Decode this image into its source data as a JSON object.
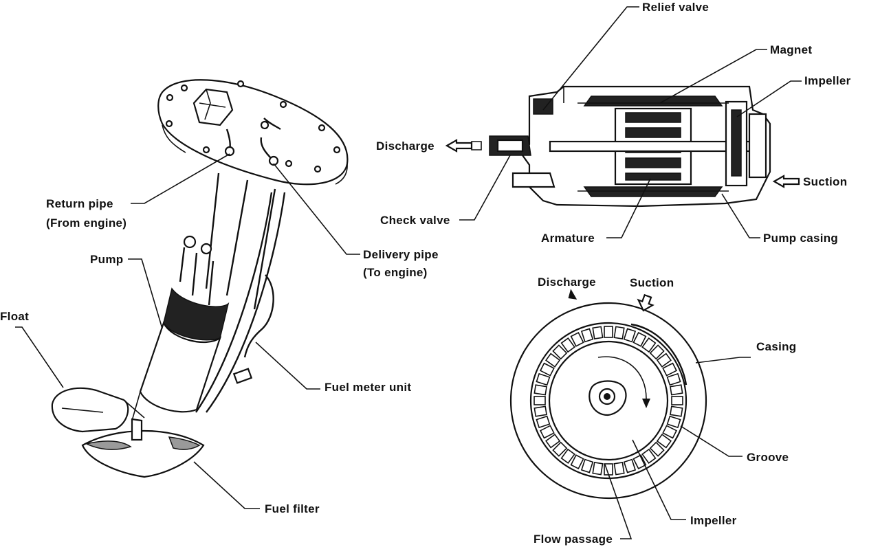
{
  "figure": {
    "background": "#ffffff",
    "ink": "#111111"
  },
  "assembly": {
    "labels": {
      "return_pipe": "Return pipe",
      "return_pipe_sub": "(From engine)",
      "delivery_pipe": "Delivery pipe",
      "delivery_pipe_sub": "(To engine)",
      "pump": "Pump",
      "float": "Float",
      "fuel_meter_unit": "Fuel meter unit",
      "fuel_filter": "Fuel filter"
    }
  },
  "pump_section": {
    "labels": {
      "relief_valve": "Relief valve",
      "magnet": "Magnet",
      "impeller": "Impeller",
      "discharge": "Discharge",
      "suction": "Suction",
      "check_valve": "Check valve",
      "armature": "Armature",
      "pump_casing": "Pump casing"
    }
  },
  "impeller_view": {
    "labels": {
      "discharge": "Discharge",
      "suction": "Suction",
      "casing": "Casing",
      "groove": "Groove",
      "impeller": "Impeller",
      "flow_passage": "Flow passage"
    }
  }
}
